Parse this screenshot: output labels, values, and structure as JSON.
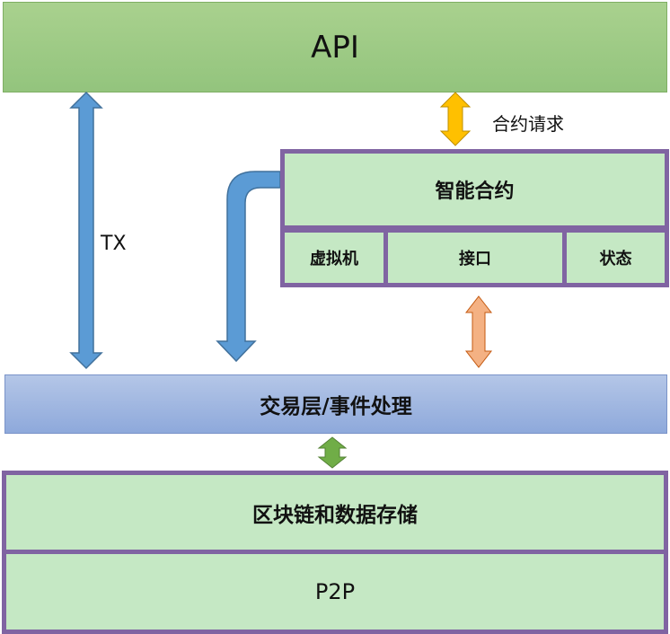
{
  "api": {
    "label": "API"
  },
  "smart_contract": {
    "title": "智能合约",
    "components": [
      "虚拟机",
      "接口",
      "状态"
    ]
  },
  "transaction_layer": {
    "label": "交易层/事件处理"
  },
  "storage": {
    "label": "区块链和数据存储"
  },
  "network": {
    "label": "P2P"
  },
  "connections": {
    "tx_label": "TX",
    "contract_request_label": "合约请求"
  },
  "colors": {
    "api_fill": "#a9d18e",
    "contract_fill": "#c5e8c4",
    "border_purple": "#8064a2",
    "tx_layer_fill": "#8ea9db",
    "arrow_blue": "#5b9bd5",
    "arrow_yellow": "#ffc000",
    "arrow_orange": "#f4b183",
    "arrow_green": "#70ad47"
  }
}
